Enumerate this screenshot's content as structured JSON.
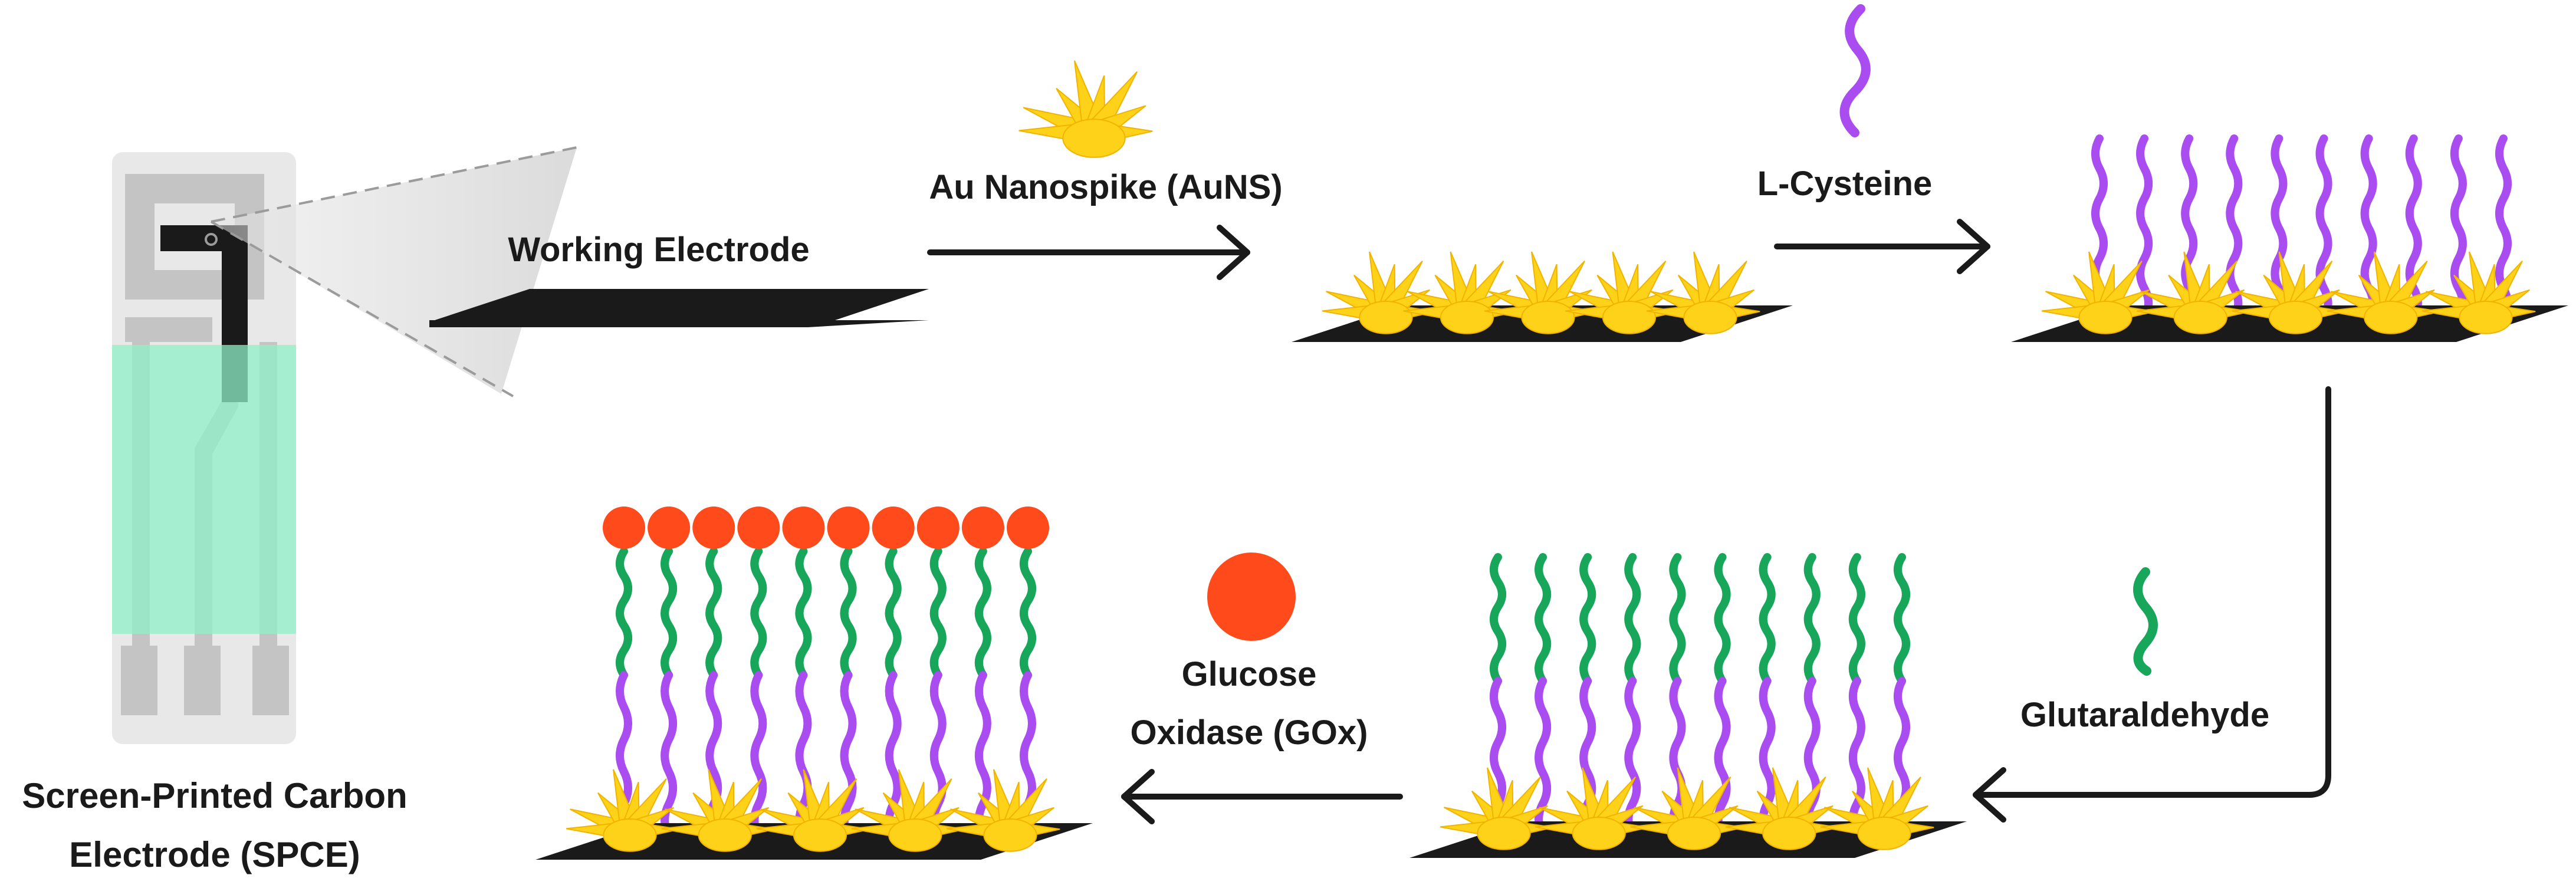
{
  "labels": {
    "working_electrode": "Working Electrode",
    "aunspike": "Au Nanospike (AuNS)",
    "lcysteine": "L-Cysteine",
    "glutaraldehyde": "Glutaraldehyde",
    "gox_line1": "Glucose",
    "gox_line2": "Oxidase (GOx)",
    "spce_line1": "Screen-Printed Carbon",
    "spce_line2": "Electrode (SPCE)"
  },
  "colors": {
    "electrode": "#1a1a1a",
    "gold": "#ffd21a",
    "gold_edge": "#f0b400",
    "cysteine": "#a94cf0",
    "glutaraldehyde": "#17a65a",
    "gox": "#ff4a1c",
    "spce_body": "#e8e8e8",
    "spce_tracks": "#c4c4c4",
    "spce_mask": "#8ff0c8",
    "arrow": "#1a1a1a"
  },
  "counts": {
    "cysteine_chains": 10,
    "gox_particles": 10
  }
}
